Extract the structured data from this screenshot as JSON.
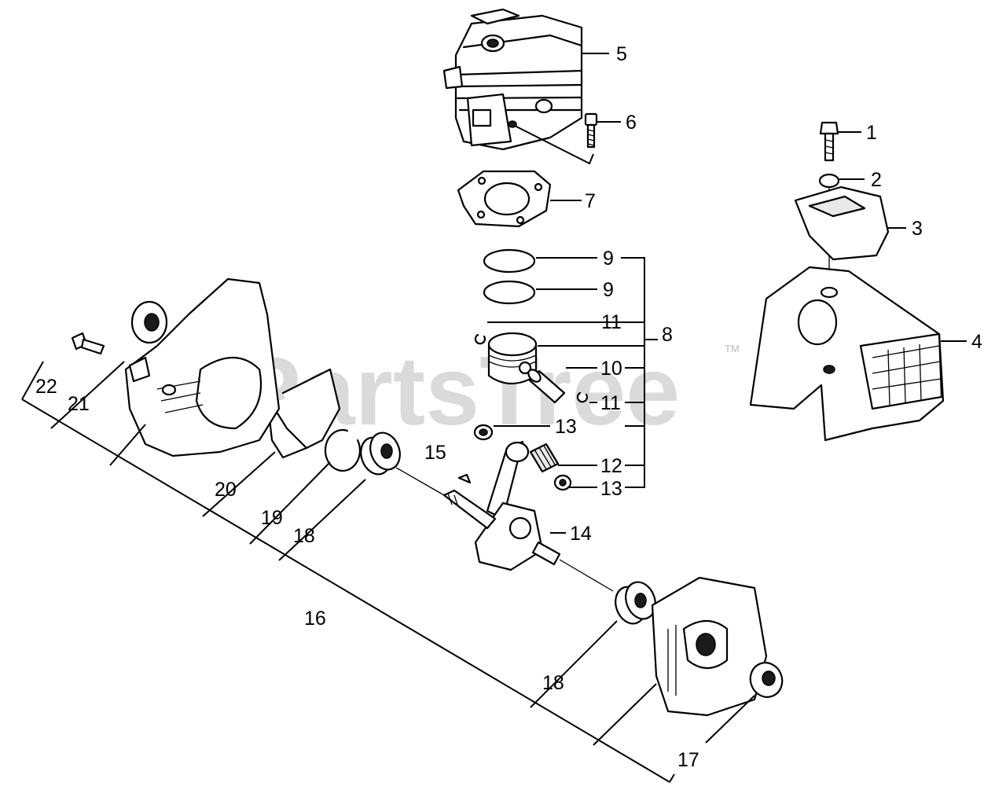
{
  "watermark": {
    "text": "PartsTree",
    "tm": "TM"
  },
  "callouts": {
    "c1": "1",
    "c2": "2",
    "c3": "3",
    "c4": "4",
    "c5": "5",
    "c6": "6",
    "c7": "7",
    "c8": "8",
    "c9a": "9",
    "c9b": "9",
    "c10": "10",
    "c11a": "11",
    "c11b": "11",
    "c12": "12",
    "c13a": "13",
    "c13b": "13",
    "c14": "14",
    "c15": "15",
    "c16": "16",
    "c17": "17",
    "c18a": "18",
    "c18b": "18",
    "c19": "19",
    "c20": "20",
    "c21": "21",
    "c22": "22"
  }
}
